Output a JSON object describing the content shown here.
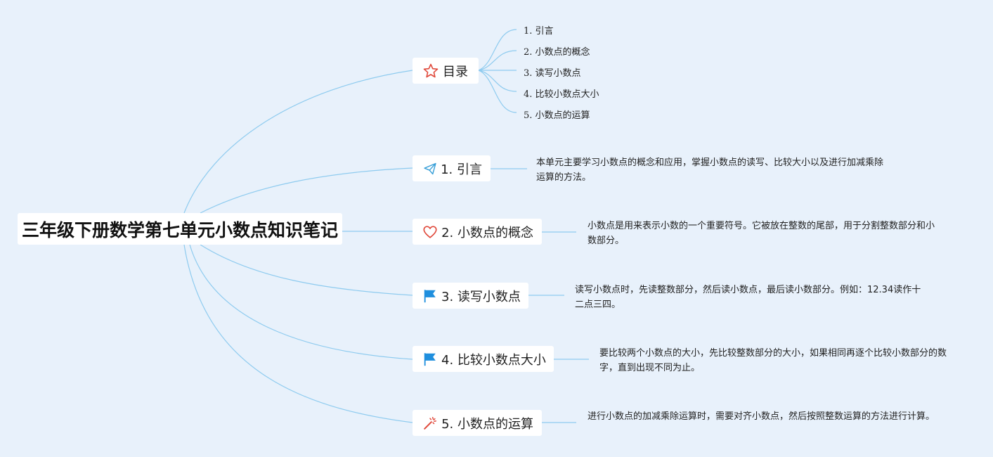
{
  "root": {
    "title": "三年级下册数学第七单元小数点知识笔记"
  },
  "toc": {
    "label": "目录",
    "icon": "star-icon",
    "items": [
      "1. 引言",
      "2. 小数点的概念",
      "3. 读写小数点",
      "4. 比较小数点大小",
      "5. 小数点的运算"
    ]
  },
  "sections": [
    {
      "label": "1. 引言",
      "icon": "paper-plane-icon",
      "desc": "本单元主要学习小数点的概念和应用，掌握小数点的读写、比较大小以及进行加减乘除运算的方法。"
    },
    {
      "label": "2. 小数点的概念",
      "icon": "heart-icon",
      "desc": "小数点是用来表示小数的一个重要符号。它被放在整数的尾部，用于分割整数部分和小数部分。"
    },
    {
      "label": "3. 读写小数点",
      "icon": "flag-icon",
      "desc": "读写小数点时，先读整数部分，然后读小数点，最后读小数部分。例如：12.34读作十二点三四。"
    },
    {
      "label": "4. 比较小数点大小",
      "icon": "flag-icon",
      "desc": "要比较两个小数点的大小，先比较整数部分的大小，如果相同再逐个比较小数部分的数字，直到出现不同为止。"
    },
    {
      "label": "5. 小数点的运算",
      "icon": "magic-wand-icon",
      "desc": "进行小数点的加减乘除运算时，需要对齐小数点，然后按照整数运算的方法进行计算。"
    }
  ],
  "colors": {
    "background": "#e8f1fb",
    "link": "#8ecbef",
    "star": "#e0483a",
    "heart": "#e0483a",
    "flag": "#1f8fde",
    "plane": "#3aa0d8",
    "wand": "#e0483a"
  }
}
